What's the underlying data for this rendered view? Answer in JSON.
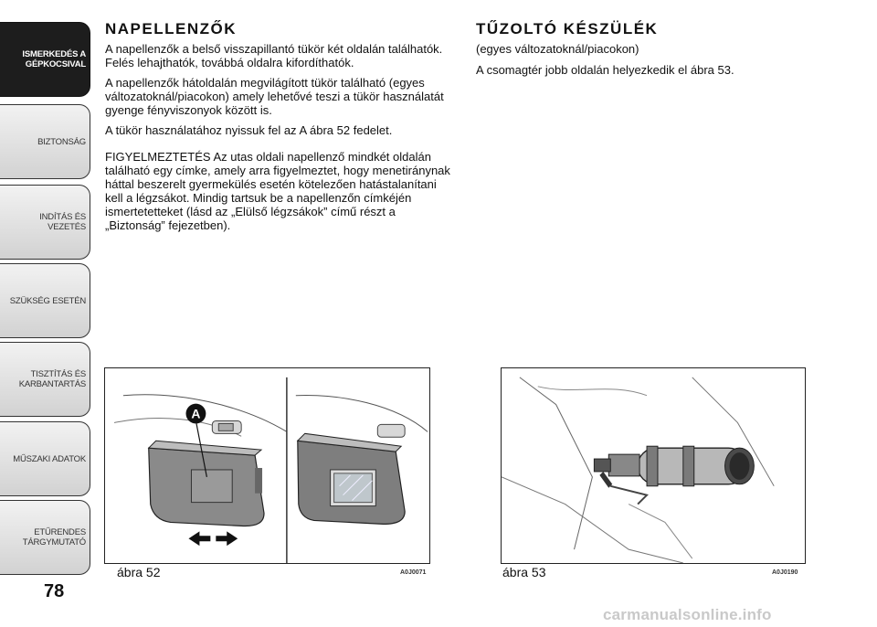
{
  "sidebar": {
    "tabs": [
      {
        "label": "ISMERKEDÉS A\nGÉPKOCSIVAL",
        "active": true
      },
      {
        "label": "BIZTONSÁG",
        "active": false
      },
      {
        "label": "INDÍTÁS ÉS VEZETÉS",
        "active": false
      },
      {
        "label": "SZÜKSÉG ESETÉN",
        "active": false
      },
      {
        "label": "TISZTÍTÁS ÉS\nKARBANTARTÁS",
        "active": false
      },
      {
        "label": "MŰSZAKI ADATOK",
        "active": false
      },
      {
        "label": "ETŰRENDES\nTÁRGYMUTATÓ",
        "active": false
      }
    ]
  },
  "page_number": "78",
  "left_section": {
    "heading": "NAPELLENZŐK",
    "paragraphs": [
      "A napellenzők a belső visszapillantó tükör két oldalán találhatók. Felés lehajthatók, továbbá oldalra kifordíthatók.",
      "A napellenzők hátoldalán megvilágított tükör található (egyes változatoknál/piacokon) amely lehetővé teszi a tükör használatát gyenge fényviszonyok között is.",
      "A tükör használatához nyissuk fel az A ábra 52 fedelet."
    ],
    "warning": "FIGYELMEZTETÉS Az utas oldali napellenző mindkét oldalán található egy címke, amely arra figyelmeztet, hogy menetiránynak háttal beszerelt gyermekülés esetén kötelezően hatástalanítani kell a légzsákot. Mindig tartsuk be a napellenzőn címkéjén ismertetetteket (lásd az „Elülső légzsákok” című részt a „Biztonság” fejezetben)."
  },
  "right_section": {
    "heading": "TŰZOLTÓ KÉSZÜLÉK",
    "subheading": "(egyes változatoknál/piacokon)",
    "paragraphs": [
      "A csomagtér jobb oldalán helyezkedik el ábra 53."
    ]
  },
  "figures": [
    {
      "caption": "ábra 52",
      "code": "A0J0071",
      "callout": "A"
    },
    {
      "caption": "ábra 53",
      "code": "A0J0190"
    }
  ],
  "watermark": "carmanualsonline.info"
}
